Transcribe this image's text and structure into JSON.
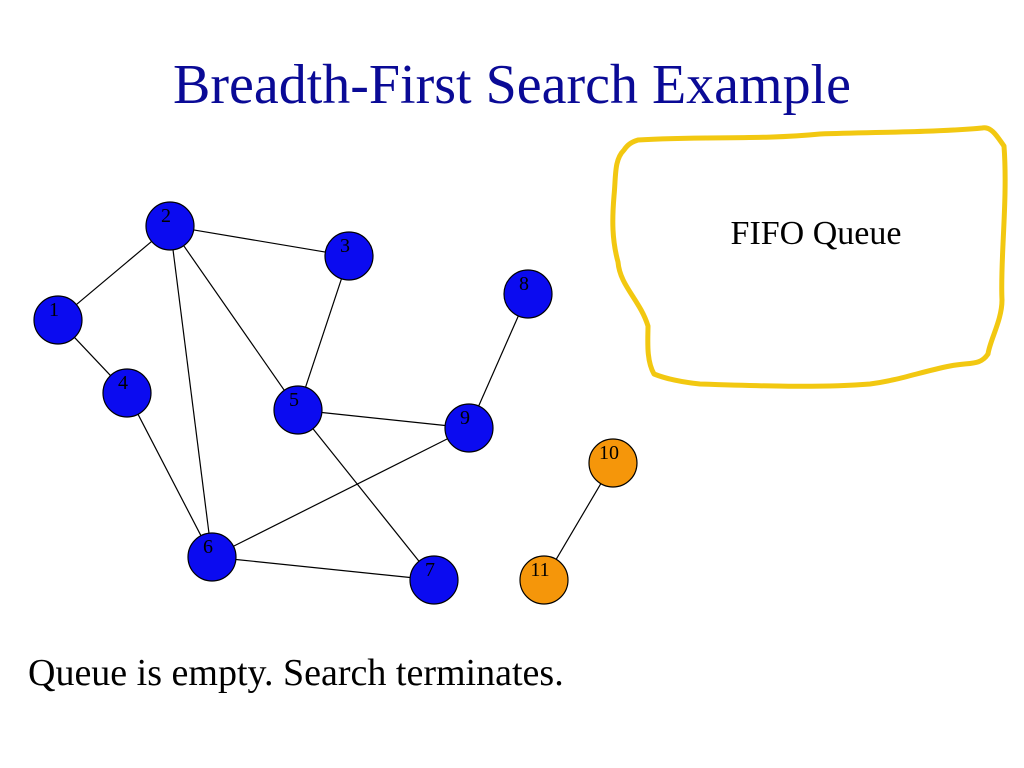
{
  "slide": {
    "title": "Breadth-First Search Example",
    "status": "Queue is empty. Search terminates."
  },
  "queue": {
    "label": "FIFO Queue",
    "border_color": "#f2c811"
  },
  "colors": {
    "title": "#0a0a96",
    "visited_node": "#0b0bf0",
    "unvisited_node": "#f5960a",
    "edge": "#000000"
  },
  "graph": {
    "nodes": [
      {
        "id": "1",
        "label": "1",
        "visited": true
      },
      {
        "id": "2",
        "label": "2",
        "visited": true
      },
      {
        "id": "3",
        "label": "3",
        "visited": true
      },
      {
        "id": "4",
        "label": "4",
        "visited": true
      },
      {
        "id": "5",
        "label": "5",
        "visited": true
      },
      {
        "id": "6",
        "label": "6",
        "visited": true
      },
      {
        "id": "7",
        "label": "7",
        "visited": true
      },
      {
        "id": "8",
        "label": "8",
        "visited": true
      },
      {
        "id": "9",
        "label": "9",
        "visited": true
      },
      {
        "id": "10",
        "label": "10",
        "visited": false
      },
      {
        "id": "11",
        "label": "11",
        "visited": false
      }
    ],
    "edges": [
      [
        "1",
        "2"
      ],
      [
        "1",
        "4"
      ],
      [
        "2",
        "3"
      ],
      [
        "2",
        "5"
      ],
      [
        "2",
        "6"
      ],
      [
        "3",
        "5"
      ],
      [
        "4",
        "6"
      ],
      [
        "5",
        "9"
      ],
      [
        "5",
        "7"
      ],
      [
        "6",
        "9"
      ],
      [
        "6",
        "7"
      ],
      [
        "8",
        "9"
      ],
      [
        "10",
        "11"
      ]
    ]
  }
}
